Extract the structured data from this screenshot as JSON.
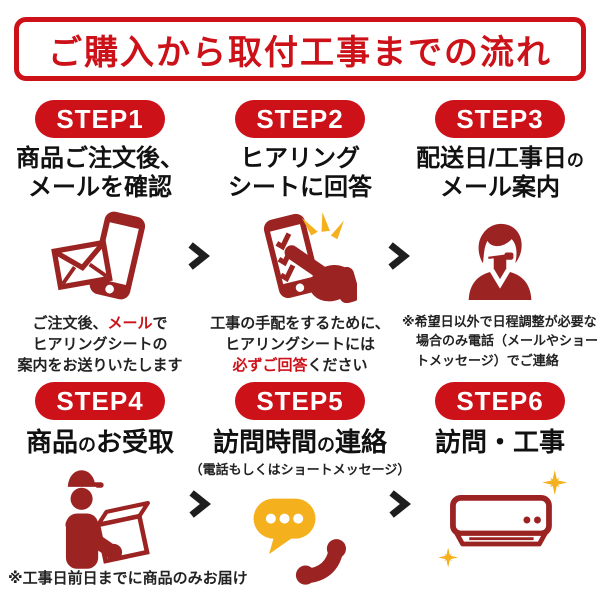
{
  "colors": {
    "primary_red": "#cc1119",
    "icon_red": "#9b2423",
    "accent_yellow": "#f5b01e",
    "arrow_dark": "#1e1e1e",
    "text_black": "#1d1d1d"
  },
  "title": "ご購入から取付工事までの流れ",
  "steps": [
    {
      "badge": "STEP1",
      "icon": "mail-phone-icon",
      "heading_line1": "商品ご注文後、",
      "heading_line2": "メールを確認",
      "note_1a": "ご注文後、",
      "note_1b": "メール",
      "note_1c": "で",
      "note_2": "ヒアリングシートの",
      "note_3": "案内をお送りいたします"
    },
    {
      "badge": "STEP2",
      "icon": "hearing-sheet-tap-icon",
      "heading_line1": "ヒアリング",
      "heading_line2": "シートに回答",
      "note_1": "工事の手配をするために、",
      "note_2": "ヒアリングシートには",
      "note_3a": "必ずご回答",
      "note_3b": "ください"
    },
    {
      "badge": "STEP3",
      "icon": "call-operator-icon",
      "heading_1a": "配送日/工事日",
      "heading_1b": "の",
      "heading_line2": "メール案内",
      "note_1": "※希望日以外で日程調整が必要な",
      "note_2": "場合のみ電話（メールやショー",
      "note_3": "トメッセージ）でご連絡"
    },
    {
      "badge": "STEP4",
      "icon": "delivery-person-icon",
      "heading_a": "商品",
      "heading_b": "の",
      "heading_c": "お受取",
      "note": "※工事日前日までに商品のみお届け"
    },
    {
      "badge": "STEP5",
      "icon": "chat-phone-icon",
      "heading_a": "訪問時間",
      "heading_b": "の",
      "heading_c": "連絡",
      "subheading": "（電話もしくはショートメッセージ）"
    },
    {
      "badge": "STEP6",
      "icon": "air-conditioner-icon",
      "heading": "訪問・工事"
    }
  ]
}
